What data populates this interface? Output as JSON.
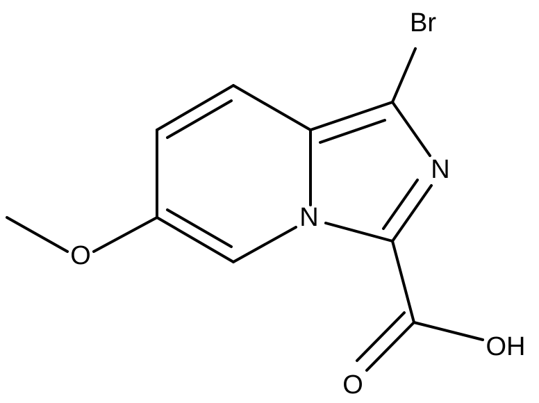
{
  "molecule": {
    "atoms": {
      "br": "Br",
      "n_ring": "N",
      "n_bridge": "N",
      "o_methoxy": "O",
      "o_hydroxyl": "OH",
      "o_carbonyl": "O"
    },
    "colors": {
      "line": "#000000",
      "background": "#ffffff"
    }
  }
}
